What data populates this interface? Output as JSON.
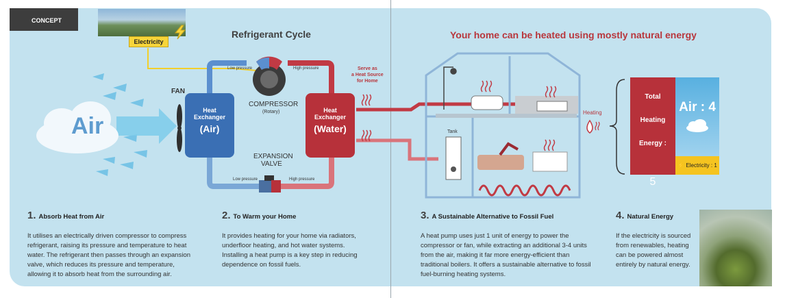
{
  "concept_tab": "CONCEPT",
  "electricity_label": "Electricity",
  "cycle_title": "Refrigerant Cycle",
  "home_title": "Your home can be heated using mostly natural energy",
  "air_label": "Air",
  "fan_label": "FAN",
  "hx_air": {
    "line1": "Heat",
    "line2": "Exchanger",
    "line3": "(Air)"
  },
  "hx_water": {
    "line1": "Heat",
    "line2": "Exchanger",
    "line3": "(Water)"
  },
  "compressor": {
    "title": "COMPRESSOR",
    "sub": "(Rotary)",
    "low": "Low pressure",
    "high": "High pressure"
  },
  "expansion": {
    "title1": "EXPANSION",
    "title2": "VALVE",
    "low": "Low pressure",
    "high": "High pressure"
  },
  "serve_label": [
    "Serve as",
    "a Heat Source",
    "for Home"
  ],
  "tank_label": "Tank",
  "heating_label": "Heating",
  "total_box": {
    "line1": "Total",
    "line2": "Heating",
    "line3": "Energy :",
    "value": "5"
  },
  "air_value": "Air : 4",
  "electricity_value": "Electricity : 1",
  "steps": [
    {
      "num": "1.",
      "heading": "Absorb Heat from Air",
      "lines": [
        "It utilises an electrically driven compressor to compress",
        "refrigerant, raising its pressure and temperature to heat",
        "water. The refrigerant then passes through an expansion",
        "valve, which reduces its pressure and temperature,",
        "allowing it to absorb heat from the surrounding air."
      ]
    },
    {
      "num": "2.",
      "heading": "To Warm your Home",
      "lines": [
        "It provides heating for your home via radiators,",
        "underfloor heating, and hot water systems.",
        "Installing a heat pump is a key step in reducing",
        "dependence on fossil fuels."
      ]
    },
    {
      "num": "3.",
      "heading": "A Sustainable Alternative to Fossil Fuel",
      "lines": [
        "A heat pump uses just 1 unit of energy to power the",
        "compressor or fan, while extracting an additional 3-4 units",
        "from the air, making it far more energy-efficient than",
        "traditional boilers. It offers a sustainable alternative to fossil",
        "fuel-burning heating systems."
      ]
    },
    {
      "num": "4.",
      "heading": "Natural Energy",
      "lines": [
        "If the electricity is sourced",
        "from renewables, heating",
        "can be powered almost",
        "entirely by natural energy."
      ]
    }
  ]
}
